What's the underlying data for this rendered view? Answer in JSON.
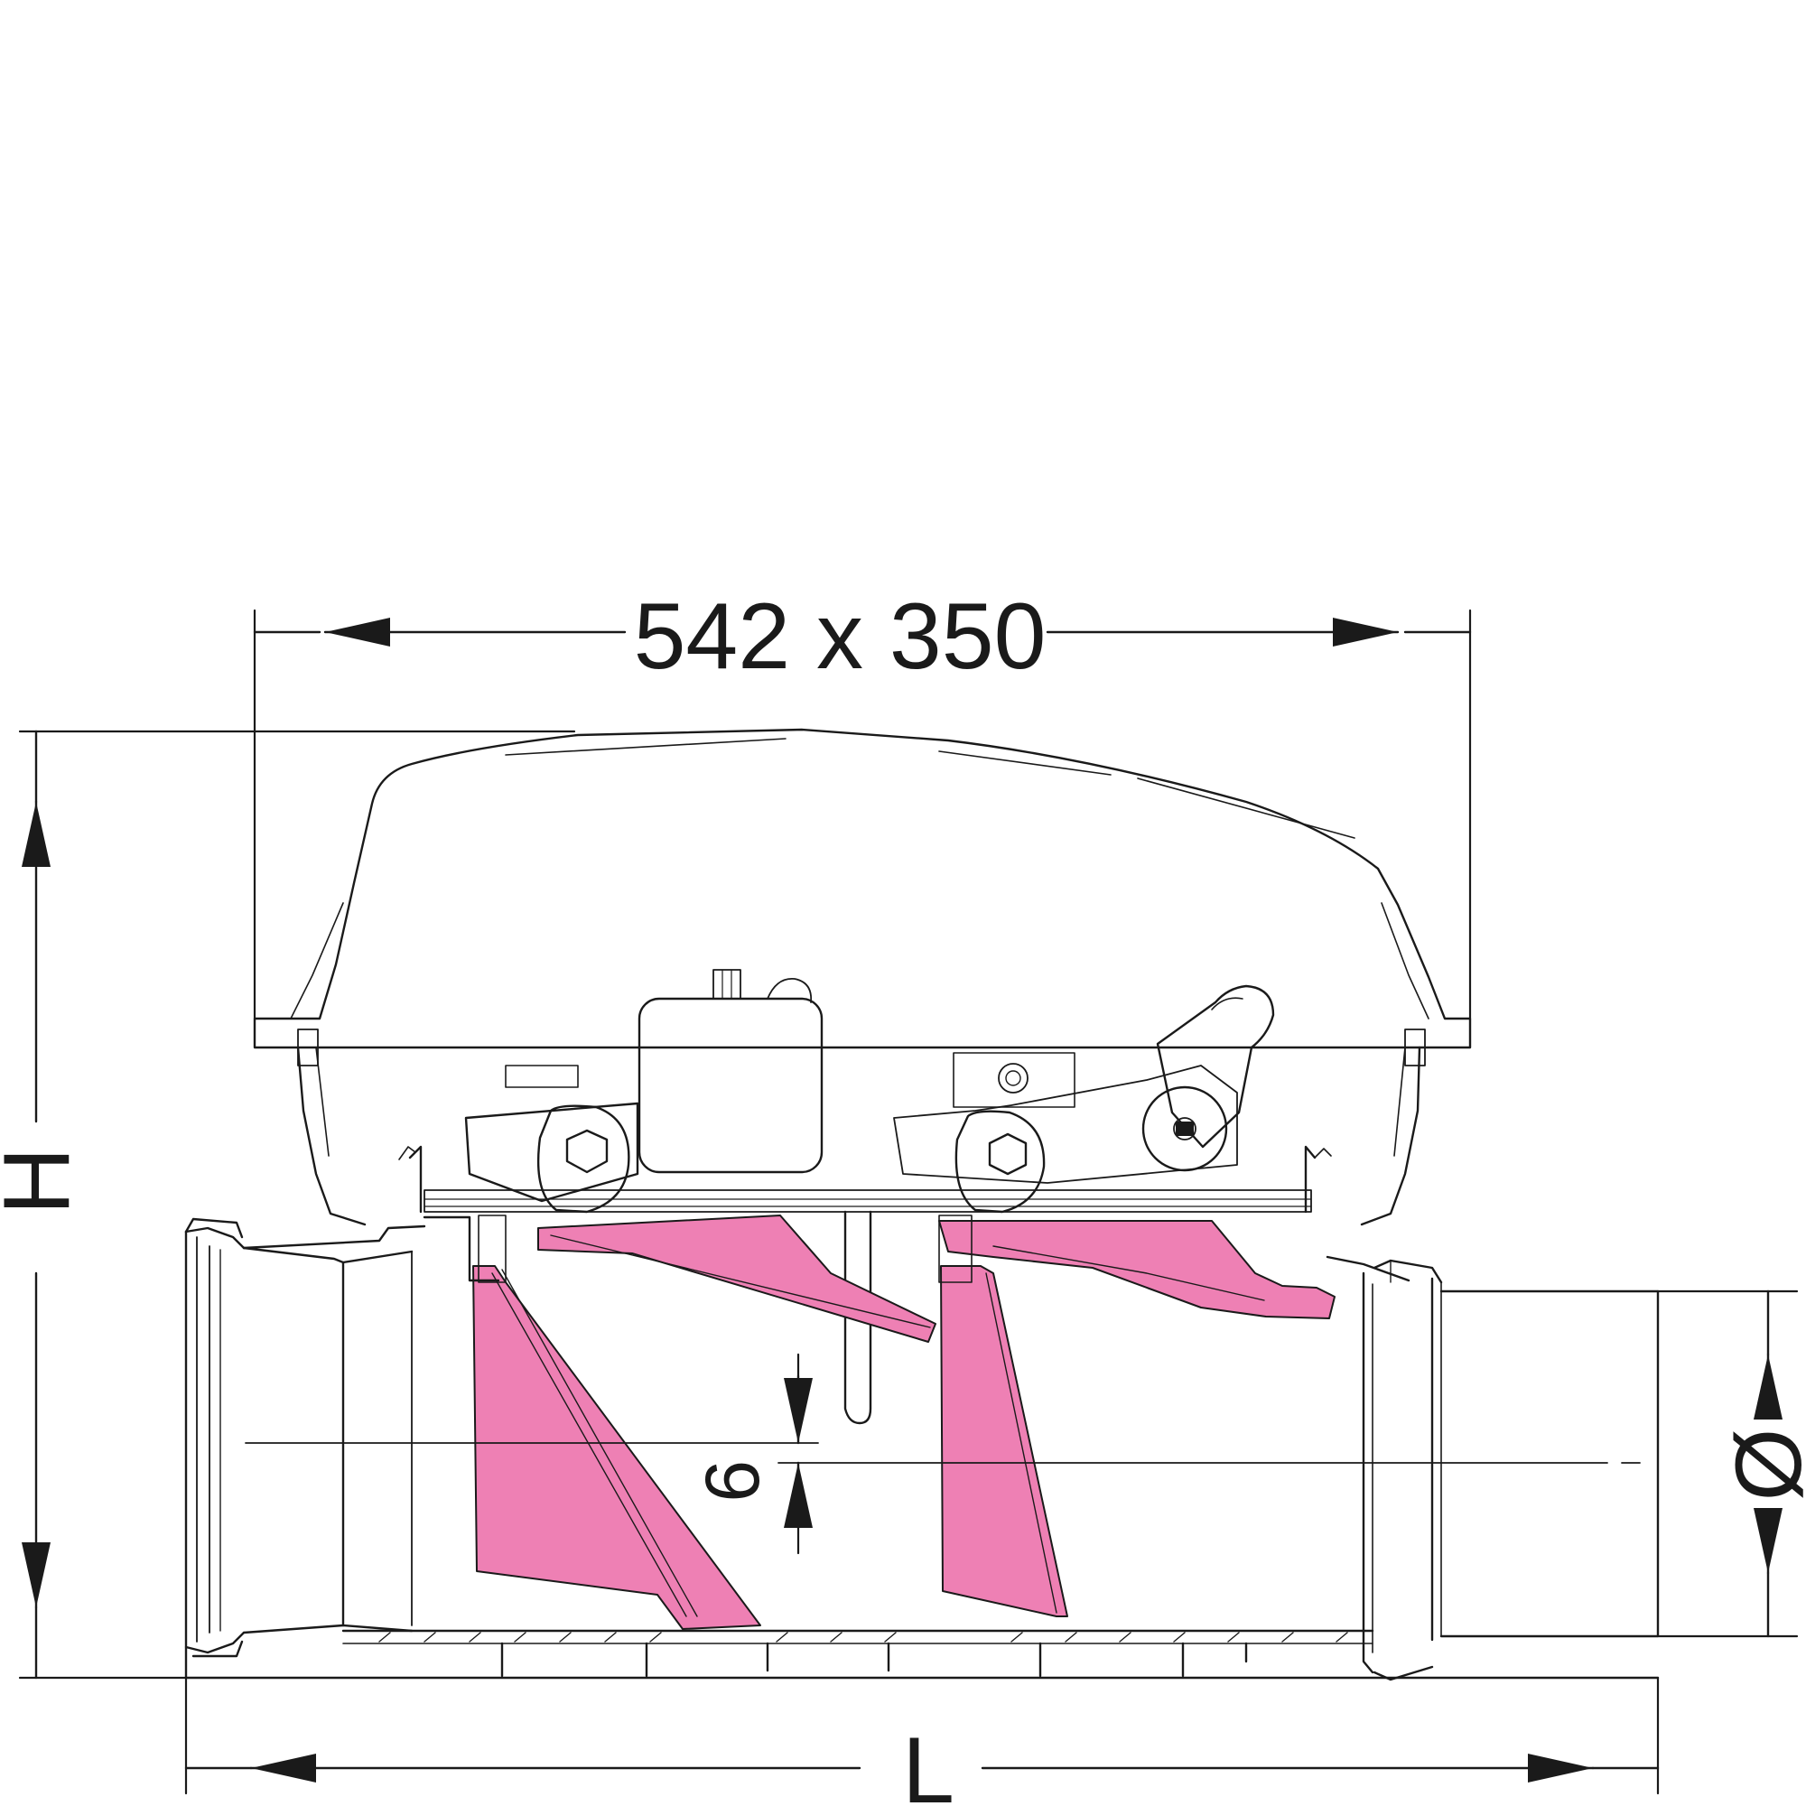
{
  "colors": {
    "line": "#1a1a1a",
    "flap_fill": "#ee80b4",
    "background": "#ffffff"
  },
  "dimensions": {
    "cover_size": "542 x 350",
    "height": "H",
    "length": "L",
    "diameter": "Ø",
    "offset": "9"
  }
}
